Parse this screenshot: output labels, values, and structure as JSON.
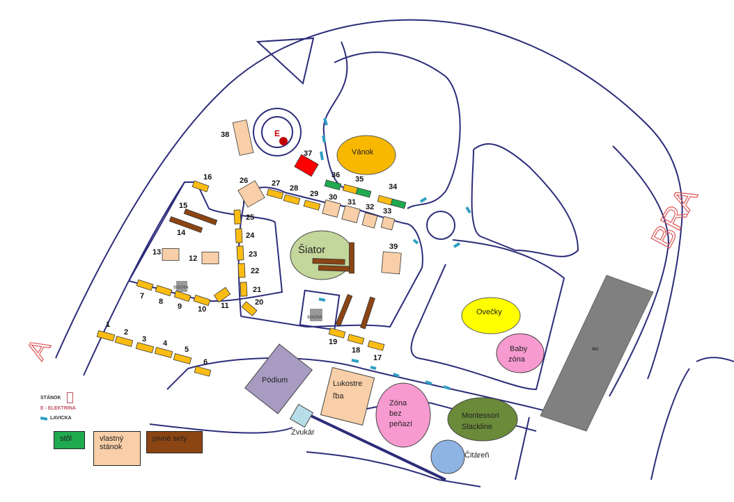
{
  "map_title": "",
  "colors": {
    "stall": "#fbbc13",
    "own_stall": "#f8cfa8",
    "table": "#1faa4f",
    "beer_set": "#8b4513",
    "electricity": "#c00000",
    "bench": "#2f9fc2",
    "road": "#2c2c7a"
  },
  "stalls": [
    "1",
    "2",
    "3",
    "4",
    "5",
    "6",
    "7",
    "8",
    "9",
    "10",
    "11",
    "12",
    "13",
    "14",
    "15",
    "16",
    "17",
    "18",
    "19",
    "20",
    "21",
    "22",
    "23",
    "24",
    "25",
    "26",
    "27",
    "28",
    "29",
    "30",
    "31",
    "32",
    "33",
    "34",
    "35",
    "36",
    "37",
    "38",
    "39"
  ],
  "zones": {
    "siator": "Šiator",
    "vanok": "Vánok",
    "ovecky": "Ovečky",
    "baby_zona": [
      "Baby",
      "zóna"
    ],
    "podium": "Pódium",
    "lukostrelba": [
      "Lukostre",
      "ľba"
    ],
    "zvukar": "Zvukár",
    "zona_bez_penazi": [
      "Zóna",
      "bez",
      "peňazí"
    ],
    "montessori": [
      "Montessori",
      "Slackline"
    ],
    "citaren": "Čitáreň",
    "wc": "WC",
    "socha": "SOCHA",
    "electricity_marker": "E"
  },
  "street_labels": [
    "BRA",
    "A"
  ],
  "legend": {
    "stanok": "STÁNOK",
    "elektrina": "E - ELEKTRINA",
    "lavicka": "LAVICKA",
    "stol": "stôl",
    "vlastny_stanok": [
      "vlastný",
      "stánok"
    ],
    "pivne_sety": "pivné sety"
  }
}
